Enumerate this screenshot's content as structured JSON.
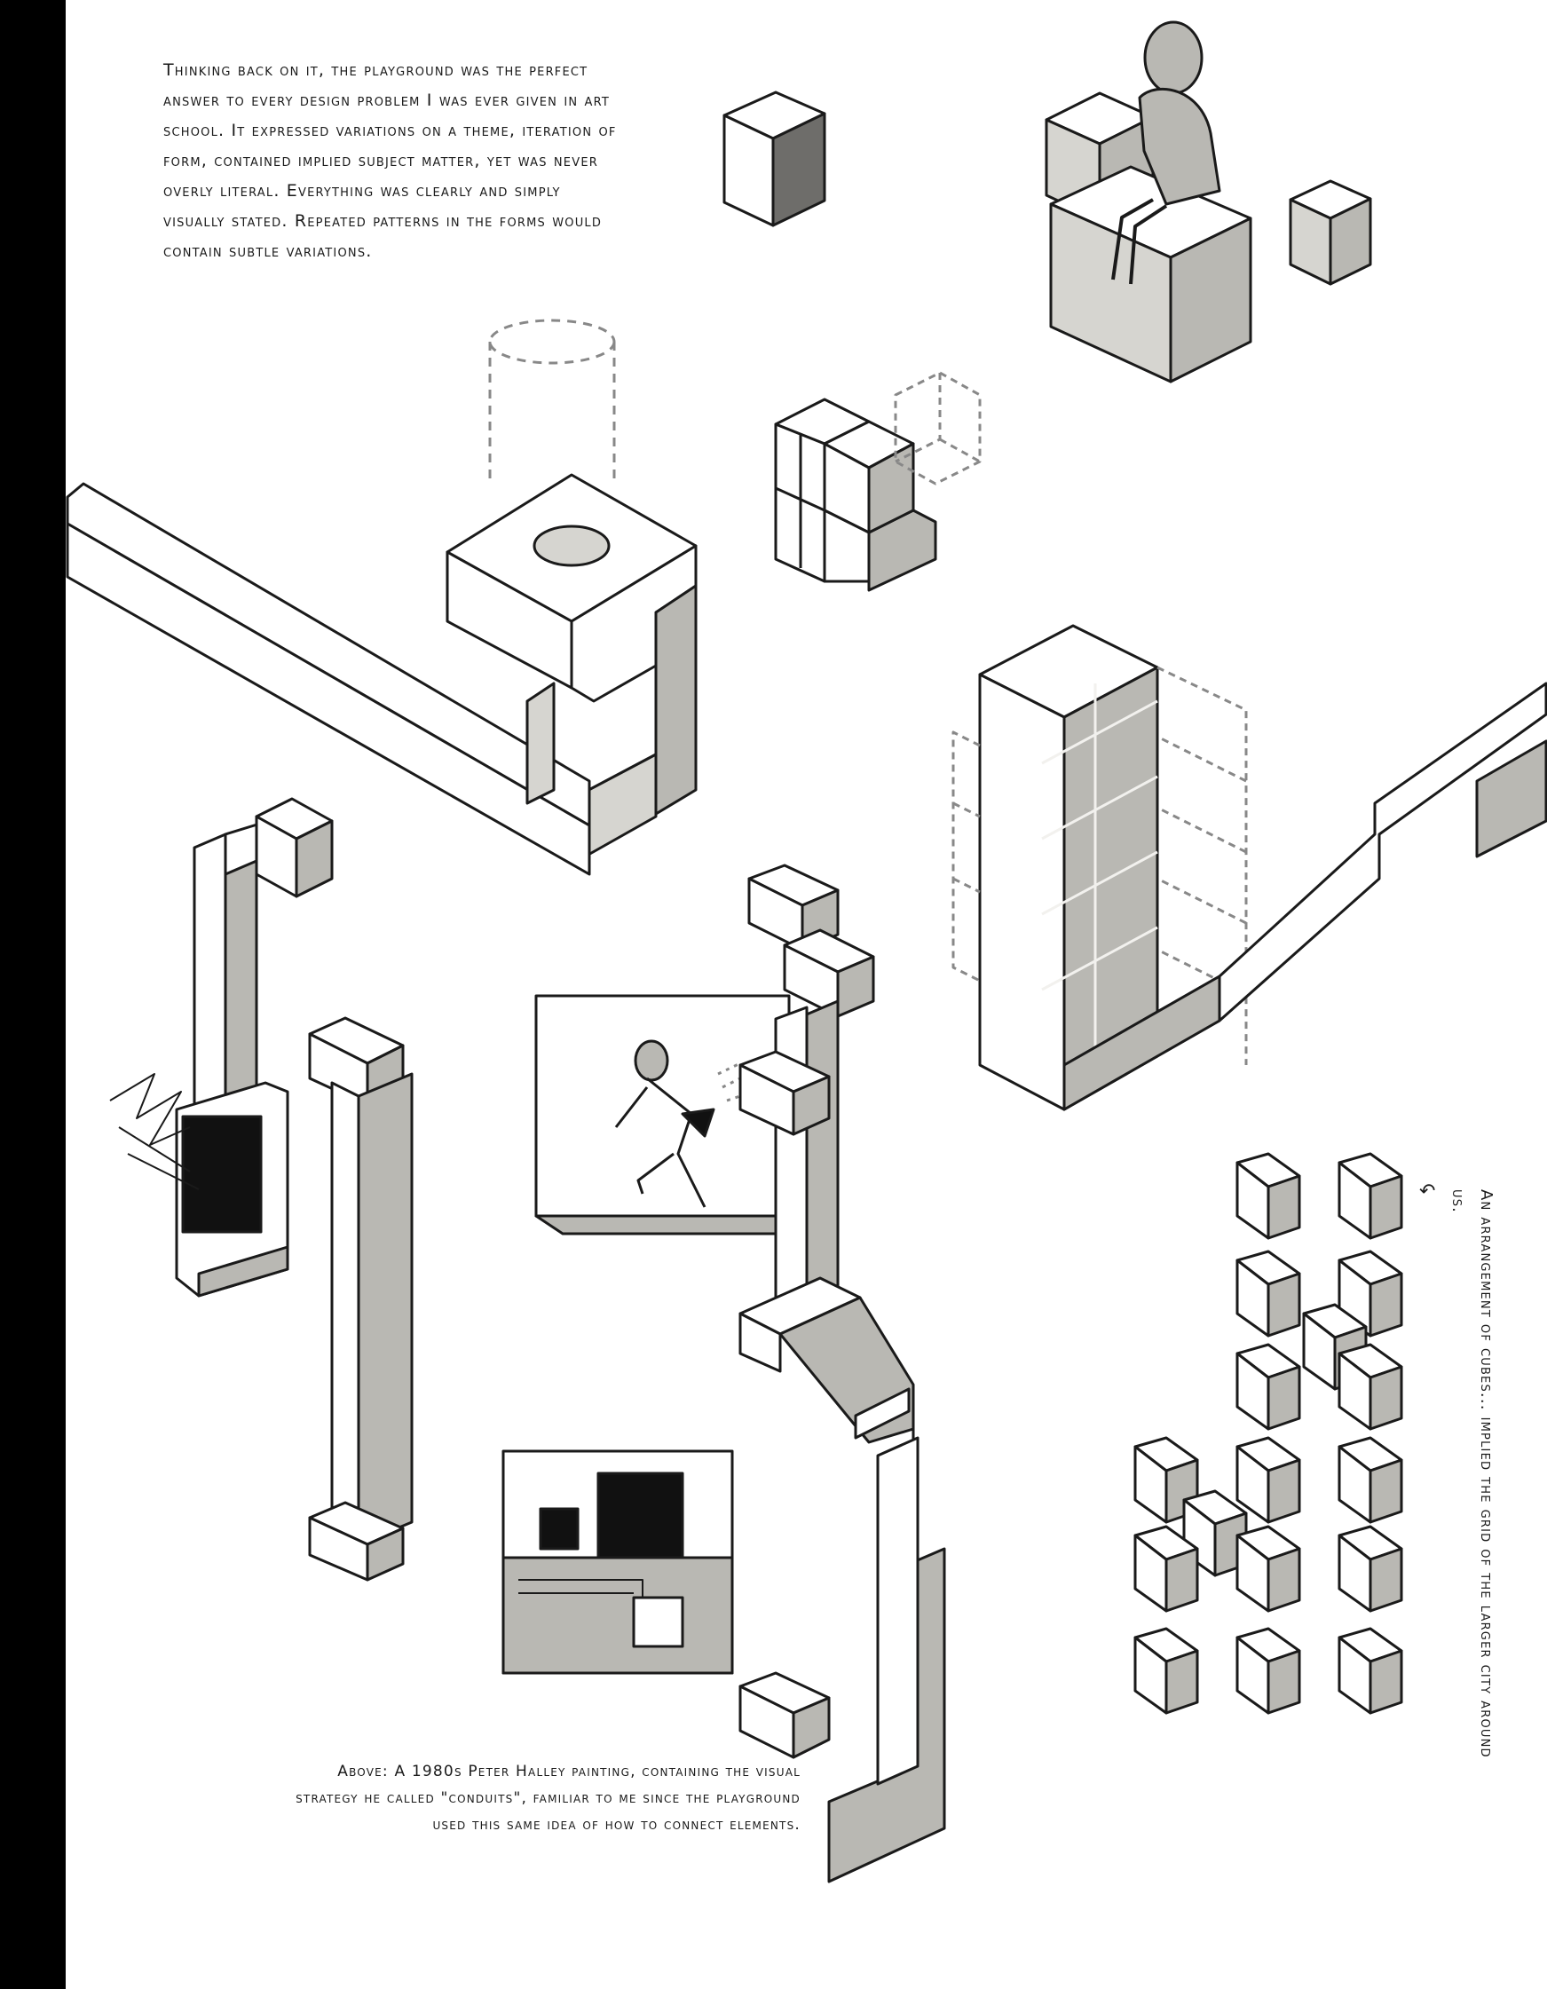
{
  "intro_text": "Thinking back on it, the playground was the perfect answer to every design problem I was ever given in art school. It expressed variations on a theme, iteration of form, contained implied subject matter, yet was never overly literal. Everything was clearly and simply visually stated. Repeated patterns in the forms would contain subtle variations.",
  "halley_caption": "Above: A 1980s Peter Halley painting, containing the visual strategy he called \"conduits\", familiar to me since the playground used this same idea of how to connect elements.",
  "cubes_caption": "An arrangement of cubes... implied the grid of the larger city around us.",
  "arrow_glyph": "↶",
  "colors": {
    "ink": "#1a1a1a",
    "gray": "#b9b8b3",
    "light_gray": "#d6d5d0",
    "dark": "#111111"
  }
}
